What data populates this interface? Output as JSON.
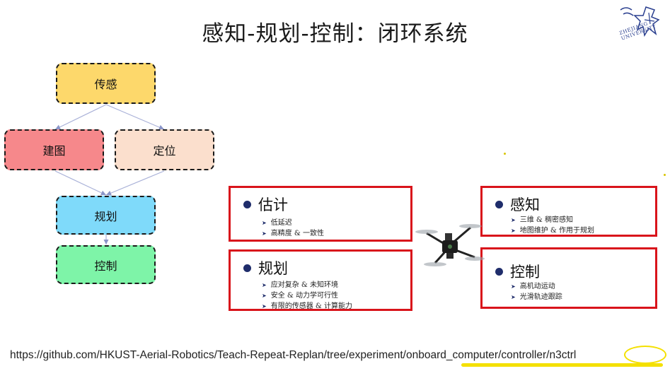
{
  "slide": {
    "title": "感知-规划-控制：闭环系统",
    "logo_text": "ZHEJIANG UNIVERSITY"
  },
  "flow": {
    "sensing": "传感",
    "mapping": "建图",
    "localization": "定位",
    "planning": "规划",
    "control": "控制",
    "colors": {
      "sensing": "#fdd86b",
      "mapping": "#f6888b",
      "localization": "#fbdfcd",
      "planning": "#7fdafa",
      "control": "#7ef4a8"
    }
  },
  "cards": {
    "estimation": {
      "title": "估计",
      "items": [
        "低延迟",
        "高精度 & 一致性"
      ]
    },
    "planning": {
      "title": "规划",
      "items": [
        "应对复杂 & 未知环境",
        "安全 & 动力学可行性",
        "有限的传感器 & 计算能力"
      ]
    },
    "perception": {
      "title": "感知",
      "items": [
        "三维 & 稠密感知",
        "地图维护 & 作用于规划"
      ]
    },
    "control": {
      "title": "控制",
      "items": [
        "高机动运动",
        "光滑轨迹跟踪"
      ]
    },
    "border_color": "#d9141b",
    "bullet_color": "#1f2d6b"
  },
  "footer": {
    "url": "https://github.com/HKUST-Aerial-Robotics/Teach-Repeat-Replan/tree/experiment/onboard_computer/controller/n3ctrl",
    "highlight_color": "#f4e000"
  }
}
